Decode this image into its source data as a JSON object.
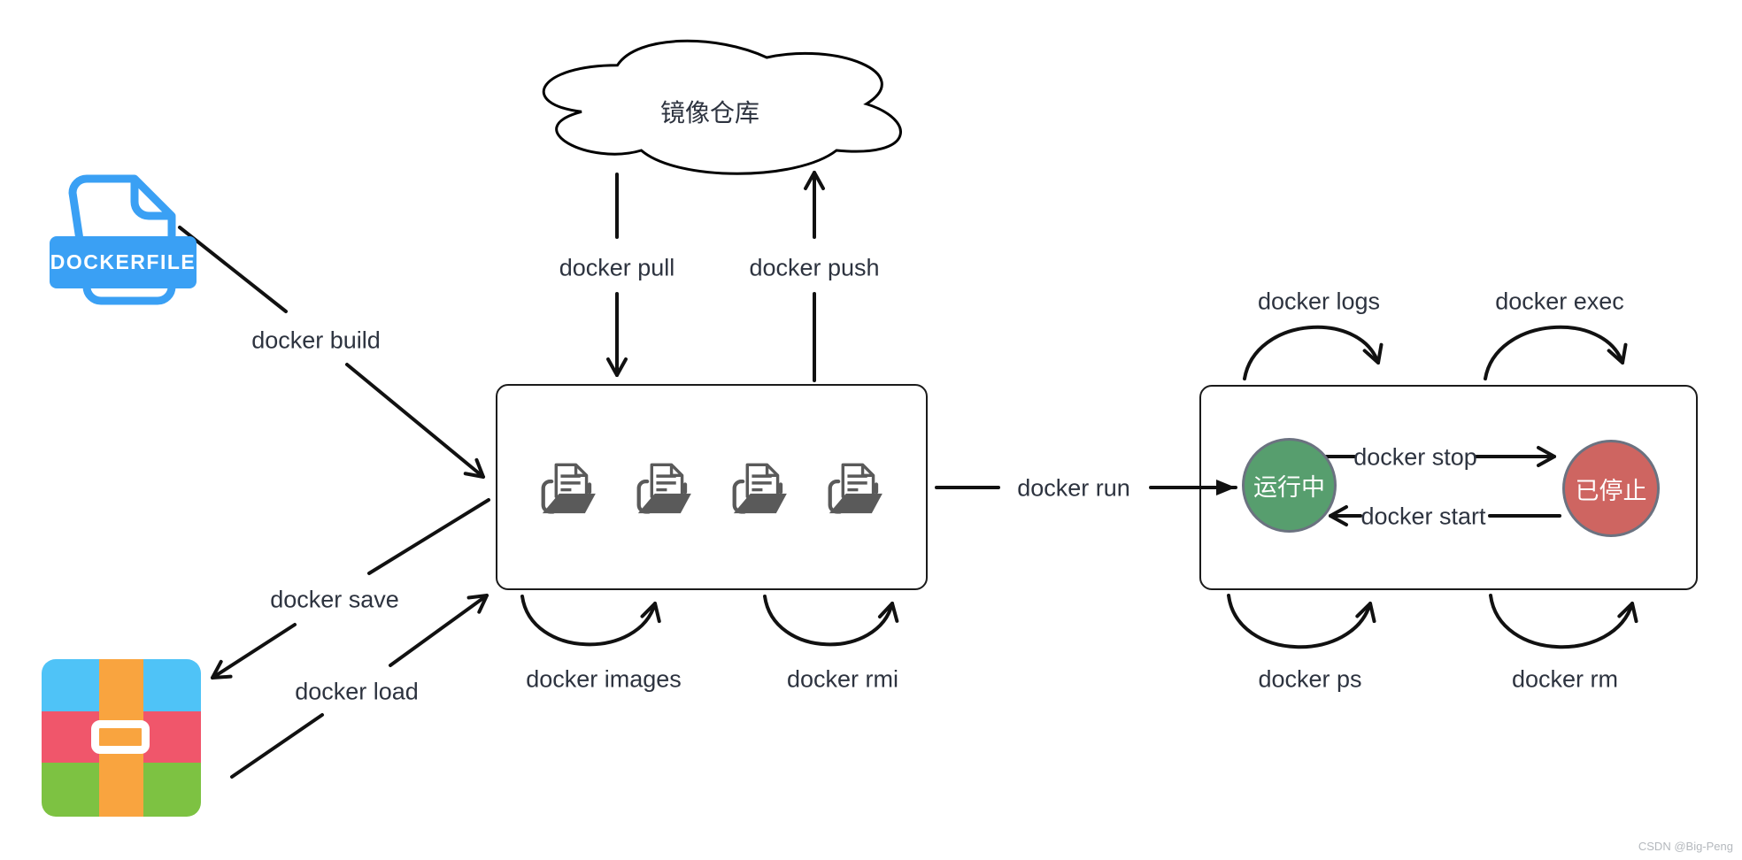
{
  "diagram": {
    "cloud_label": "镜像仓库",
    "dockerfile_label": "DOCKERFILE",
    "arrows": {
      "pull": "docker pull",
      "push": "docker push",
      "build": "docker build",
      "save": "docker save",
      "load": "docker load",
      "images": "docker images",
      "rmi": "docker rmi",
      "run": "docker run",
      "stop": "docker stop",
      "start": "docker start",
      "logs": "docker logs",
      "exec": "docker exec",
      "ps": "docker ps",
      "rm": "docker rm"
    },
    "states": {
      "running": "运行中",
      "stopped": "已停止"
    },
    "colors": {
      "dockerfile_blue": "#3aa0f4",
      "running_green": "#579e6e",
      "stopped_red": "#ce6561",
      "archive_blue": "#4fc3f7",
      "archive_red": "#f0566b",
      "archive_green": "#7dc242",
      "archive_orange": "#f9a43f",
      "line_black": "#111111",
      "label_text": "#2d333f"
    },
    "watermark": "CSDN @Big-Peng"
  }
}
